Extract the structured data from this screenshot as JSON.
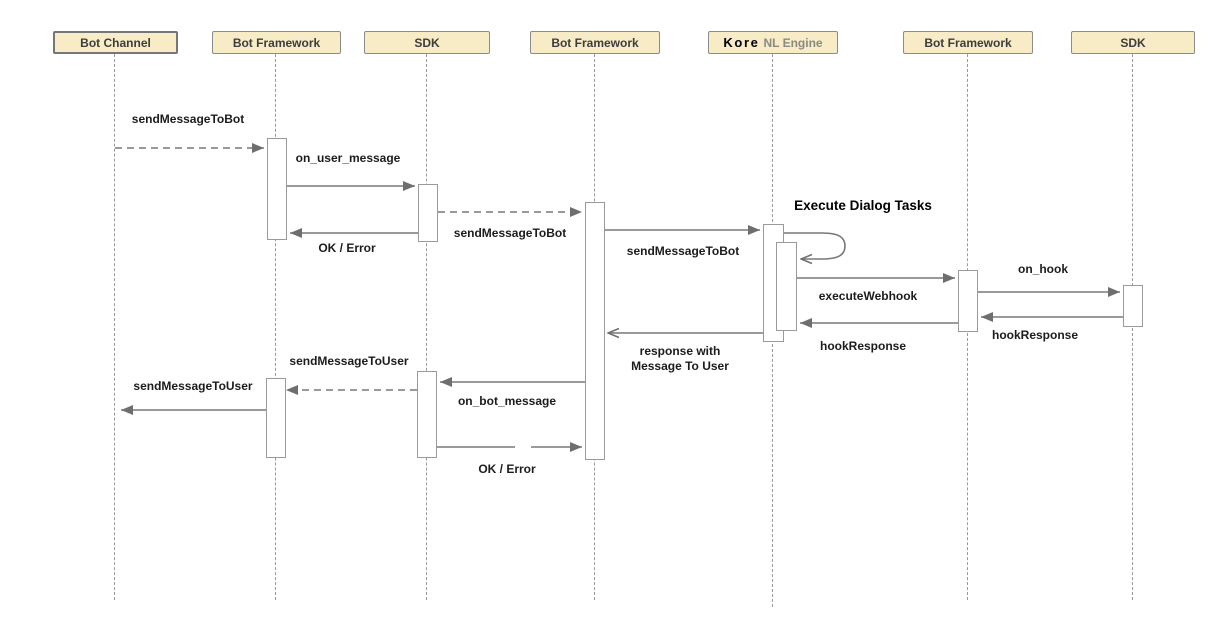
{
  "diagram": {
    "type": "uml-sequence-diagram",
    "title": "Bot message flow through Bot Framework, SDK and Kore NL Engine",
    "colors": {
      "participant_fill": "#f7ecc6",
      "participant_border": "#8c8c8c",
      "line": "#787878",
      "label_text": "#1c1c1c",
      "background": "#ffffff"
    },
    "participants": [
      {
        "label": "Bot Channel"
      },
      {
        "label": "Bot Framework"
      },
      {
        "label": "SDK"
      },
      {
        "label": "Bot Framework"
      },
      {
        "brand": "Kore",
        "label": "NL Engine"
      },
      {
        "label": "Bot Framework"
      },
      {
        "label": "SDK"
      }
    ],
    "messages": [
      {
        "label": "sendMessageToBot",
        "from": "Bot Channel",
        "to": "Bot Framework",
        "line": "dashed"
      },
      {
        "label": "on_user_message",
        "from": "Bot Framework",
        "to": "SDK",
        "line": "solid"
      },
      {
        "label": "OK / Error",
        "from": "SDK",
        "to": "Bot Framework",
        "line": "solid"
      },
      {
        "label": "sendMessageToBot",
        "from": "SDK",
        "to": "Bot Framework",
        "line": "dashed"
      },
      {
        "label": "sendMessageToBot",
        "from": "Bot Framework",
        "to": "Kore NL Engine",
        "line": "solid"
      },
      {
        "label": "Execute Dialog Tasks",
        "from": "Kore NL Engine",
        "to": "Kore NL Engine",
        "line": "self-loop"
      },
      {
        "label": "executeWebhook",
        "from": "Kore NL Engine",
        "to": "Bot Framework",
        "line": "solid"
      },
      {
        "label": "on_hook",
        "from": "Bot Framework",
        "to": "SDK",
        "line": "solid"
      },
      {
        "label": "hookResponse",
        "from": "SDK",
        "to": "Bot Framework",
        "line": "solid"
      },
      {
        "label": "hookResponse",
        "from": "Bot Framework",
        "to": "Kore NL Engine",
        "line": "solid"
      },
      {
        "label": "response with Message To User",
        "from": "Kore NL Engine",
        "to": "Bot Framework",
        "line": "solid"
      },
      {
        "label": "on_bot_message",
        "from": "Bot Framework",
        "to": "SDK",
        "line": "solid"
      },
      {
        "label": "sendMessageToUser",
        "from": "SDK",
        "to": "Bot Framework",
        "line": "dashed"
      },
      {
        "label": "sendMessageToUser",
        "from": "Bot Framework",
        "to": "Bot Channel",
        "line": "solid"
      },
      {
        "label": "OK / Error",
        "from": "SDK",
        "to": "Bot Framework",
        "line": "dashed"
      }
    ]
  }
}
